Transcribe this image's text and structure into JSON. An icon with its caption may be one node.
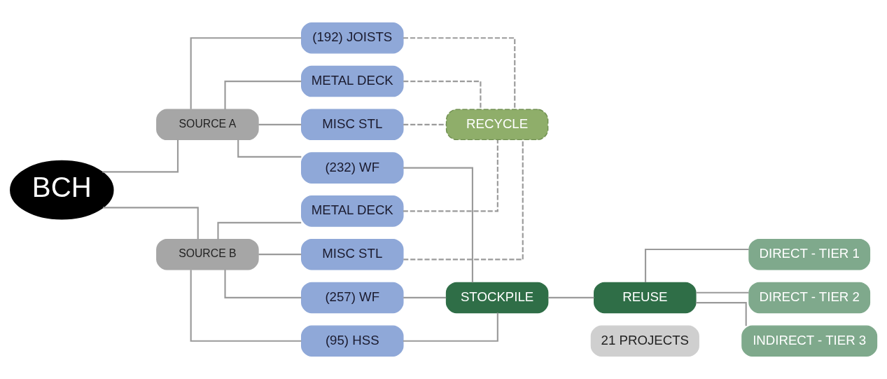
{
  "diagram": {
    "nodes": [
      {
        "text": [
          "BCH"
        ]
      },
      {
        "text": [
          "SOURCE A"
        ]
      },
      {
        "text": [
          "SOURCE B"
        ]
      },
      {
        "text": [
          "(232) WF"
        ]
      },
      {
        "text": [
          "(192) JOISTS"
        ]
      },
      {
        "text": [
          "METAL DECK"
        ]
      },
      {
        "text": [
          "MISC STL"
        ]
      },
      {
        "text": [
          "(257) WF"
        ]
      },
      {
        "text": [
          "(95) HSS"
        ]
      },
      {
        "text": [
          "METAL DECK"
        ]
      },
      {
        "text": [
          "MISC STL"
        ]
      },
      {
        "text": [
          "RECYCLE"
        ]
      },
      {
        "text": [
          "STOCKPILE"
        ]
      },
      {
        "text": [
          "REUSE"
        ]
      },
      {
        "text": [
          "21 PROJECTS"
        ]
      },
      {
        "text": [
          "DIRECT - TIER 1"
        ]
      },
      {
        "text": [
          "DIRECT - TIER 2"
        ]
      },
      {
        "text": [
          "INDIRECT - TIER 3"
        ]
      }
    ],
    "edges": [
      {
        "from": 0,
        "to": 1,
        "arrow": "none"
      },
      {
        "from": 0,
        "to": 2,
        "arrow": "none"
      },
      {
        "from": 1,
        "to": 3,
        "arrow": "none"
      },
      {
        "from": 1,
        "to": 4,
        "arrow": "none"
      },
      {
        "from": 1,
        "to": 5,
        "arrow": "none"
      },
      {
        "from": 1,
        "to": 6,
        "arrow": "none"
      },
      {
        "from": 2,
        "to": 7,
        "arrow": "none"
      },
      {
        "from": 2,
        "to": 8,
        "arrow": "none"
      },
      {
        "from": 2,
        "to": 9,
        "arrow": "none"
      },
      {
        "from": 2,
        "to": 10,
        "arrow": "none"
      },
      {
        "from": 3,
        "to": 12,
        "arrow": "none"
      },
      {
        "from": 4,
        "to": 11,
        "arrow": "none",
        "style": "dashed"
      },
      {
        "from": 5,
        "to": 11,
        "arrow": "none",
        "style": "dashed"
      },
      {
        "from": 6,
        "to": 11,
        "arrow": "none",
        "style": "dashed"
      },
      {
        "from": 7,
        "to": 12,
        "arrow": "none"
      },
      {
        "from": 8,
        "to": 12,
        "arrow": "none"
      },
      {
        "from": 9,
        "to": 11,
        "arrow": "none",
        "style": "dashed"
      },
      {
        "from": 10,
        "to": 11,
        "arrow": "none",
        "style": "dashed"
      },
      {
        "from": 12,
        "to": 13,
        "arrow": "none"
      },
      {
        "from": 13,
        "to": 15,
        "arrow": "none"
      },
      {
        "from": 13,
        "to": 16,
        "arrow": "none"
      },
      {
        "from": 13,
        "to": 17,
        "arrow": "none"
      }
    ]
  }
}
